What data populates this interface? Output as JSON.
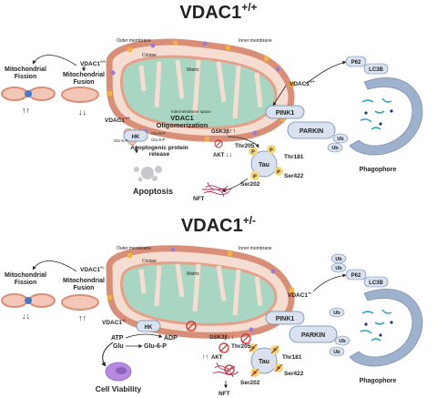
{
  "top": {
    "title": "VDAC1",
    "title_sup": "+/+",
    "labels": {
      "outer_membrane": "Outer membrane",
      "inner_membrane": "Inner membrane",
      "cristae": "Cristae",
      "matrix": "Matrix",
      "intermembrane": "Intermembrane space",
      "vdac1_a": "VDAC1",
      "vdac1_a_sup": "+/+",
      "vdac1_b": "VDAC1",
      "vdac1_b_sup": "+/+",
      "vdac1_c": "VDAC1",
      "vdac1_c_sup": "+/+",
      "fission": [
        "Mitochondrial",
        "Fission"
      ],
      "fusion": [
        "Mitochondrial",
        "Fusion"
      ],
      "oligomer": [
        "VDAC1",
        "Oligomerization"
      ],
      "hk": "HK",
      "glu6p_1": "Glu-6-P",
      "glu6p_2": "Glu-6-P",
      "glu6p_3": "Glu-6-P",
      "apop_release": [
        "Apoptogenic protein",
        "release"
      ],
      "apoptosis": "Apoptosis",
      "gsk": "GSK3β",
      "akt": "AKT",
      "thr205": "Thr205",
      "thr181": "Thr181",
      "ser202": "Ser202",
      "ser422": "Ser422",
      "tau": "Tau",
      "p": "P",
      "nft": "NFT",
      "pink1": "PINK1",
      "parkin": "PARKIN",
      "ub": "Ub",
      "p62": "P62",
      "lc3b": "LC3B",
      "phagophore": "Phagophore"
    }
  },
  "bottom": {
    "title": "VDAC1",
    "title_sup": "+/-",
    "labels": {
      "outer_membrane": "Outer membrane",
      "inner_membrane": "Inner membrane",
      "cristae": "Cristae",
      "matrix": "Matrix",
      "vdac1_a": "VDAC1",
      "vdac1_a_sup": "+/-",
      "vdac1_b": "VDAC1",
      "vdac1_b_sup": "+/-",
      "vdac1_c": "VDAC1",
      "vdac1_c_sup": "+/-",
      "fission": [
        "Mitochondrial",
        "Fission"
      ],
      "fusion": [
        "Mitochondrial",
        "Fusion"
      ],
      "hk": "HK",
      "atp": "ATP",
      "adp": "ADP",
      "glu": "Glu",
      "glu6p": "Glu-6-P",
      "cell_viability": "Cell Viability",
      "gsk": "GSK3β",
      "akt": "AKT",
      "thr205": "Thr205",
      "thr181": "Thr181",
      "ser202": "Ser202",
      "ser422": "Ser422",
      "tau": "Tau",
      "p": "P",
      "nft": "NFT",
      "pink1": "PINK1",
      "parkin": "PARKIN",
      "ub": "Ub",
      "p62": "P62",
      "lc3b": "LC3B",
      "phagophore": "Phagophore"
    }
  },
  "colors": {
    "mito_outer": "#d98f77",
    "mito_fill": "#f6ddd2",
    "matrix": "#a9d6c3",
    "oligo_protein": "#eec8a4",
    "pill": "#d9e2ee",
    "pill_stroke": "#6b87ad",
    "p_bubble": "#f3d77a",
    "phagophore": "#9fb2cd",
    "cell": "#b58ae0",
    "inhibit": "#d02a2a",
    "nft": "#b22a57"
  },
  "icons": [
    "mitochondrion-icon",
    "phagophore-icon",
    "nft-tangle-icon",
    "apoptosis-cell-icon",
    "cell-viability-icon",
    "inhibit-icon"
  ]
}
